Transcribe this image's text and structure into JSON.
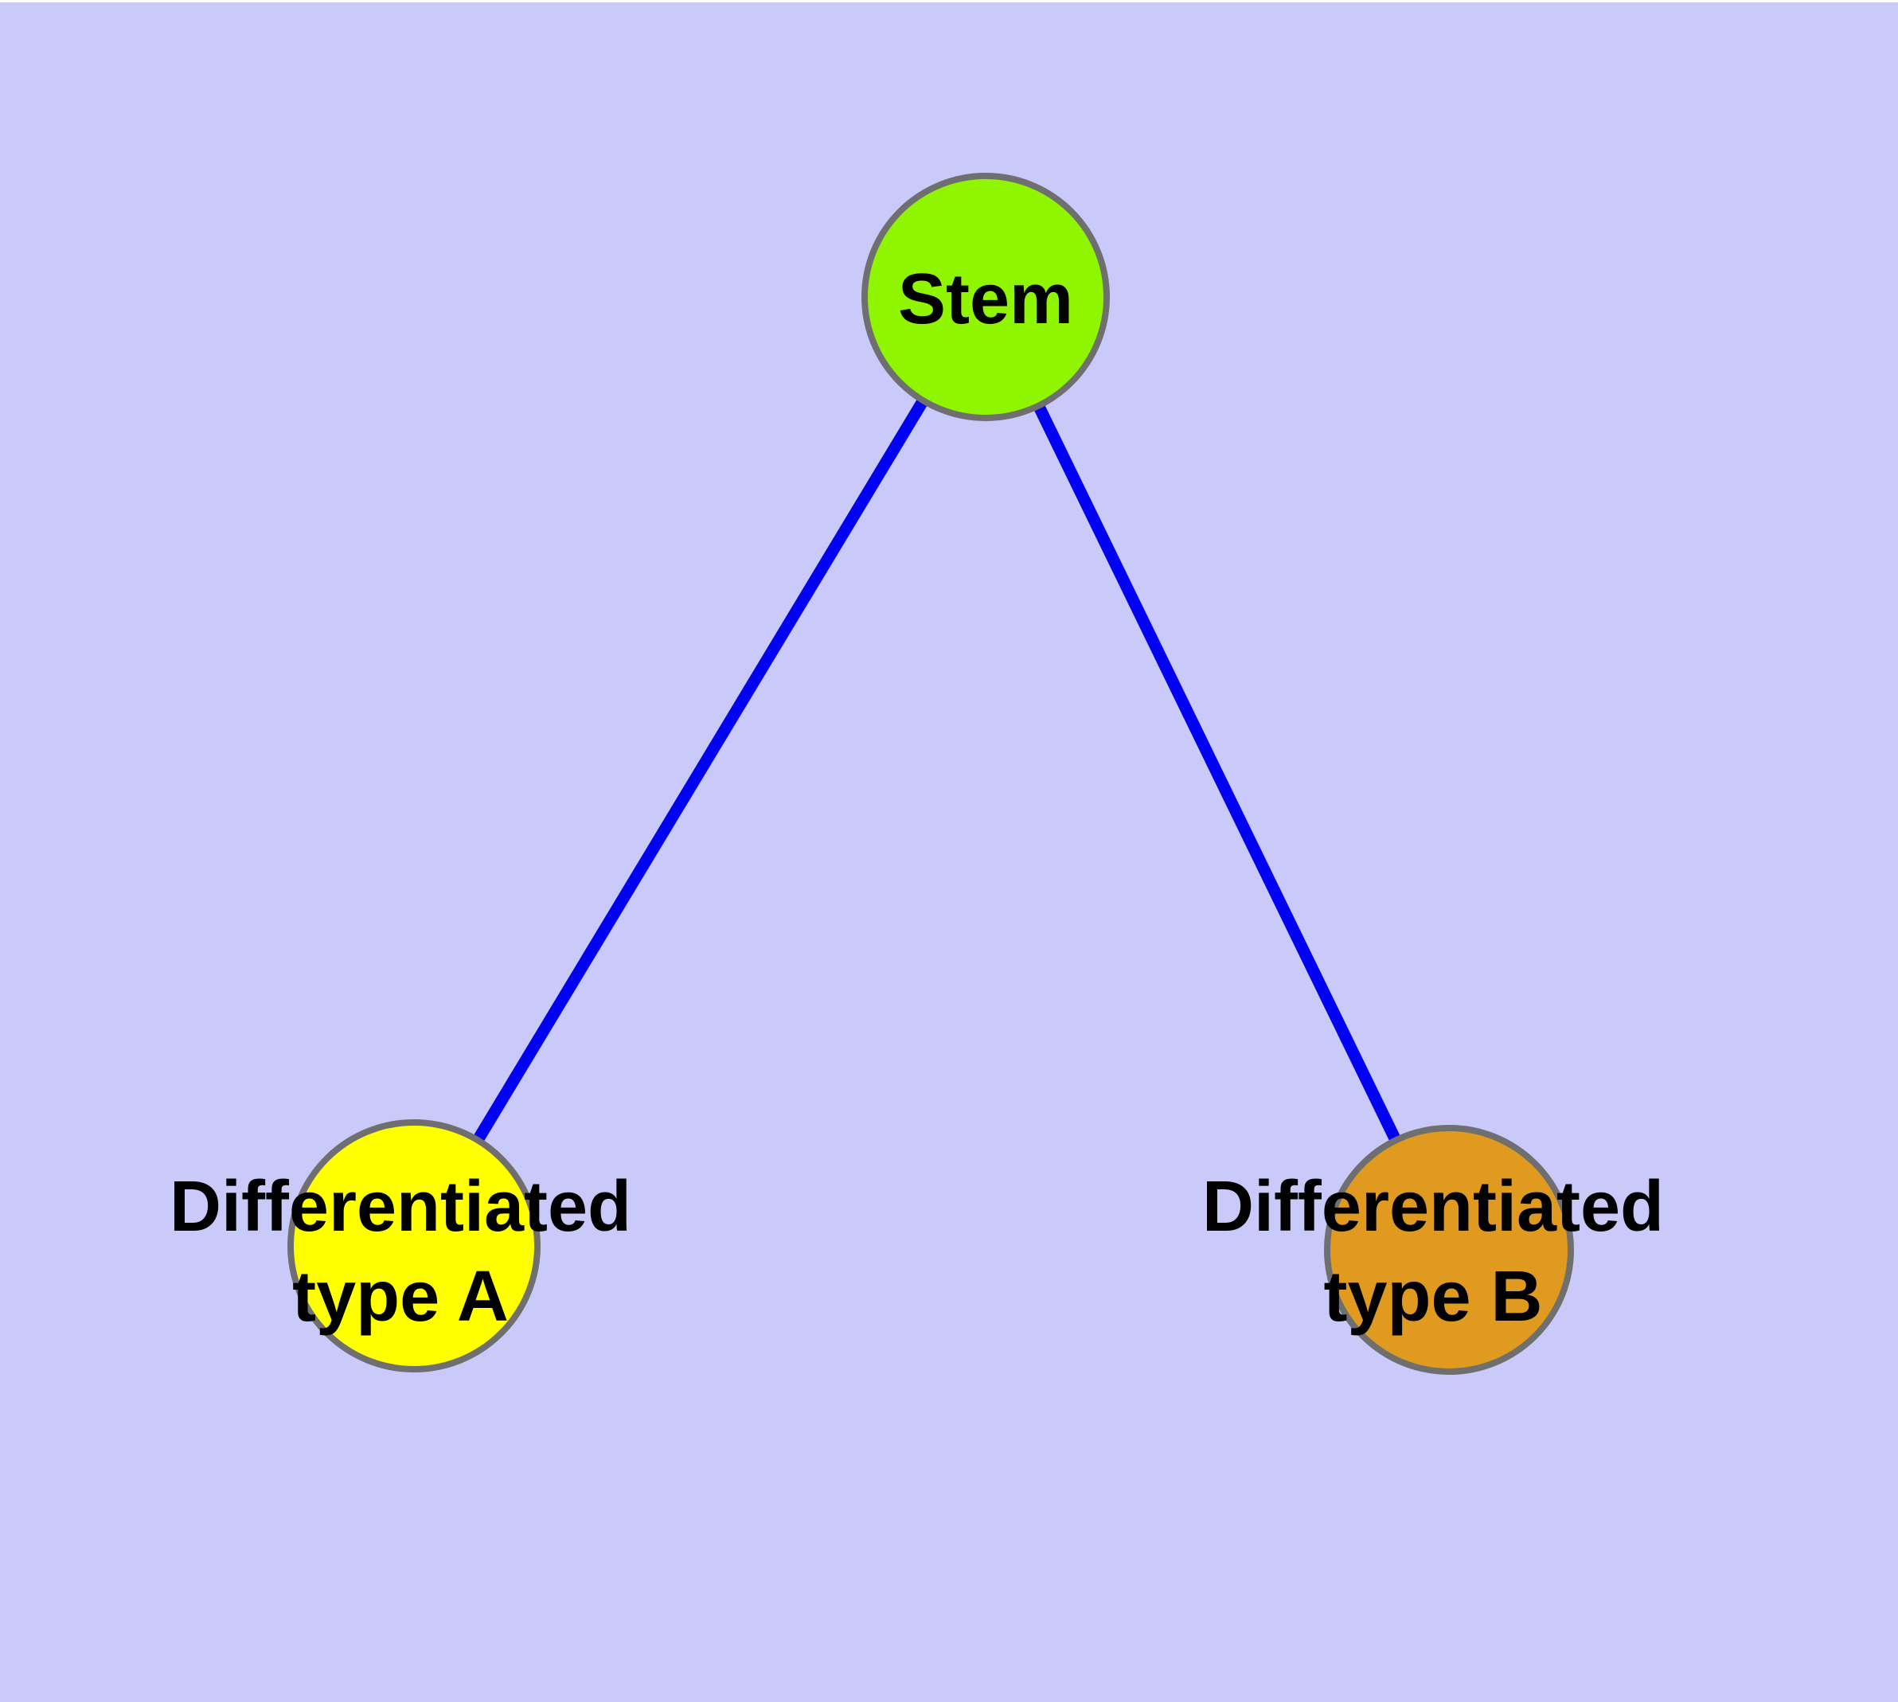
{
  "colors": {
    "bg": "#c9c9fa",
    "top-strip": "#ffffff",
    "edge": "#0202f2",
    "node-border": "#6f6f6f",
    "label": "#000000",
    "stem-fill": "#90f500",
    "type-a-fill": "#ffff00",
    "type-b-fill": "#e09a20"
  },
  "nodes": {
    "stem": {
      "label": "Stem"
    },
    "type_a": {
      "label_line1": "Differentiated",
      "label_line2": "type A"
    },
    "type_b": {
      "label_line1": "Differentiated",
      "label_line2": "type B"
    }
  },
  "edges": {
    "stem_to_type_a": "Stem — Differentiated type A",
    "stem_to_type_b": "Stem — Differentiated type B"
  }
}
